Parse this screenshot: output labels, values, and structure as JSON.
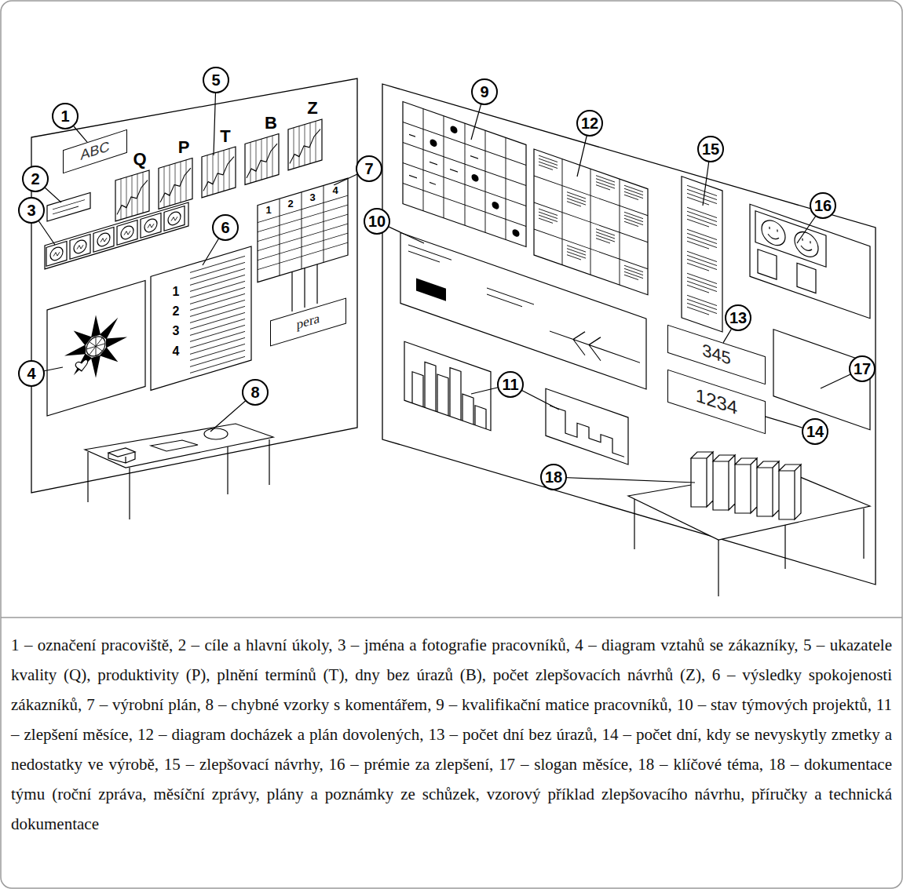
{
  "diagram": {
    "caption": "1 – označení pracoviště, 2 – cíle a hlavní úkoly, 3 – jména a fotografie pracovníků, 4 – diagram vztahů se zákazníky, 5 – ukazatele kvality (Q), produktivity (P), plnění termínů (T), dny bez úrazů (B), počet zlepšovacích návrhů (Z), 6 – výsledky spokojenosti zákazníků, 7 – výrobní plán, 8 – chybné vzorky s komentářem, 9 – kvalifikační matice pracovníků, 10 – stav týmových projektů, 11 – zlepšení měsíce, 12 – diagram docházek a plán dovolených, 13 – počet dní bez úrazů, 14 – počet dní, kdy se nevyskytly zmetky a nedostatky ve výrobě, 15 – zlepšovací návrhy, 16 – prémie za zlepšení, 17 – slogan měsíce, 18 – klíčové téma, 18 – dokumentace týmu (roční zpráva, měsíční zprávy, plány a poznámky ze schůzek, vzorový příklad zlepšovacího návrhu, příručky a technická dokumentace",
    "nodes": [
      {
        "text": [
          "1"
        ]
      },
      {
        "text": [
          "ABC"
        ]
      },
      {
        "text": [
          "2"
        ]
      },
      {
        "text": [
          "3"
        ]
      },
      {
        "text": [
          "4"
        ]
      },
      {
        "text": [
          "5"
        ]
      },
      {
        "text": [
          "6"
        ]
      },
      {
        "text": [
          "7"
        ]
      },
      {
        "text": [
          "pera"
        ]
      },
      {
        "text": [
          "8"
        ]
      },
      {
        "text": [
          "9"
        ]
      },
      {
        "text": [
          "10"
        ]
      },
      {
        "text": [
          "11"
        ]
      },
      {
        "text": [
          "12"
        ]
      },
      {
        "text": [
          "13"
        ]
      },
      {
        "text": [
          "345"
        ]
      },
      {
        "text": [
          "14"
        ]
      },
      {
        "text": [
          "1234"
        ]
      },
      {
        "text": [
          "15"
        ]
      },
      {
        "text": [
          "16"
        ]
      },
      {
        "text": [
          "17"
        ]
      },
      {
        "text": [
          "18"
        ]
      }
    ],
    "edges": [
      {
        "from": 0,
        "to": 1,
        "arrow": "none"
      },
      {
        "from": 14,
        "to": 15,
        "arrow": "none"
      },
      {
        "from": 16,
        "to": 17,
        "arrow": "none"
      }
    ],
    "labels": [
      "Q",
      "P",
      "T",
      "B",
      "Z",
      "1",
      "2",
      "3",
      "4",
      "1",
      "2",
      "3",
      "4"
    ]
  }
}
